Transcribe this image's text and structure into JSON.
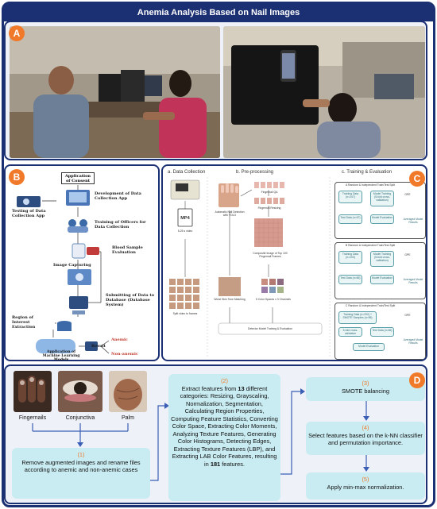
{
  "title": "Anemia  Analysis Based on Nail Images",
  "labels": {
    "a": "A",
    "b": "B",
    "c": "C",
    "d": "D"
  },
  "colors": {
    "navy": "#1b2f73",
    "orange": "#f07a2a",
    "teal_box": "#c9ecf2",
    "arrow": "#3a5fb5"
  },
  "panel_b": {
    "start": "Application of Consent",
    "dev_app": "Development of Data Collection App",
    "testing": "Testing of Data Collection App",
    "training": "Training of Officers for Data Collection",
    "blood": "Blood Sample Evaluation",
    "image": "Image Capturing",
    "submit": "Submitting of Data to Database (Database System)",
    "roi": "Region of Interest Extraction",
    "ml": "Application of Machine Learning Models",
    "result": "Result",
    "anemic": "Anemic",
    "nonanemic": "Non-anemic"
  },
  "panel_c": {
    "col_a": "a. Data Collection",
    "col_b": "b. Pre-processing",
    "col_c": "c. Training & Evaluation",
    "mp4": "MP4",
    "video_note": "5-25 s video",
    "split_note": "Split video to frames",
    "auto_nail": "Automatic Nail Detection with YOLO",
    "qa": "Fingernail QA",
    "resizing": "Fingernail Resizing",
    "composite": "Composite Image of Top 100 Fingernail Frames",
    "skin": "Worst Skin Tone Matching",
    "color_spaces": "5 Color Spaces x 3 Channels",
    "detector": "Detector Model Training & Evaluation",
    "groups": [
      {
        "header": "A Random & Independent Train/Test Split",
        "train": "Training Data (n=247)",
        "model": "Model Training (5-fold cross-validation)",
        "test": "Test Data (n=67)",
        "eval": "Model Evaluation",
        "result": "Averaged Model Results",
        "phone": "GPE"
      },
      {
        "header": "B Random & Independent Train/Test Split",
        "train": "Training Data (n=200)",
        "model": "Model Training (5-fold cross-validation)",
        "test": "Test Data (n=66)",
        "eval": "Model Evaluation",
        "result": "Averaged Model Results",
        "phone": "GPE"
      },
      {
        "header": "C Random & Independent Train/Test Split",
        "train": "Training Data (n=200) + SMOTE Samples (n=96)",
        "model": "5-fold cross-validation",
        "test": "Test Data (n=66)",
        "eval": "Model Evaluation",
        "result": "Averaged Model Results",
        "phone": "GPE"
      }
    ]
  },
  "panel_d": {
    "thumbs": [
      "Fingernails",
      "Conjunctiva",
      "Palm"
    ],
    "step1_num": "(1)",
    "step1_text": "Remove augmented images and rename files according to anemic and non-anemic cases",
    "step2_num": "(2)",
    "step2_pre": "Extract features from ",
    "step2_count": "13",
    "step2_mid": " different categories: Resizing, Grayscaling, Normalization, Segmentation, Calculating Region Properties, Computing Feature Statistics, Converting Color Space, Extracting Color Moments, Analyzing Texture Features, Generating Color Histograms, Detecting Edges, Extracting Texture Features (LBP), and Extracting LAB Color Features, resulting in ",
    "step2_total": "181",
    "step2_post": " features.",
    "step3_num": "(3)",
    "step3_text": "SMOTE balancing",
    "step4_num": "(4)",
    "step4_text": "Select features based on the k-NN classifier and permutation importance.",
    "step5_num": "(5)",
    "step5_text": "Apply min-max normalization."
  }
}
